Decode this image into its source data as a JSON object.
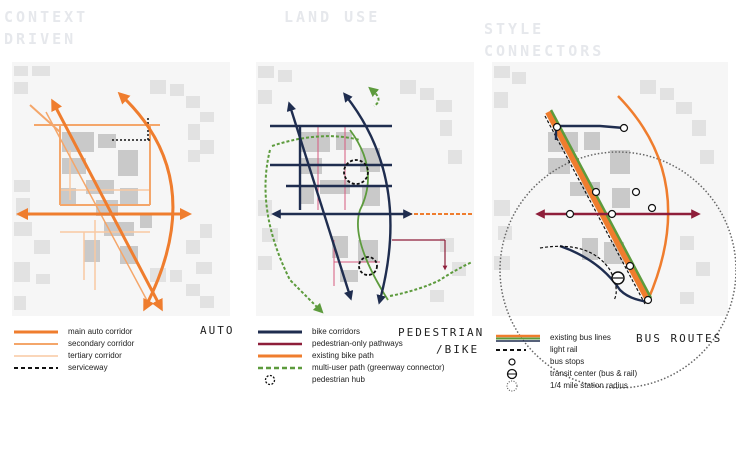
{
  "header": {
    "title_left_1": "CONTEXT",
    "title_left_2": "DRIVEN",
    "title_mid": "LAND USE",
    "title_right_1": "STYLE",
    "title_right_2": "CONNECTORS"
  },
  "panels": {
    "auto": {
      "label": "AUTO"
    },
    "pedestrian": {
      "label_1": "PEDESTRIAN",
      "label_2": "/BIKE"
    },
    "bus": {
      "label": "BUS ROUTES"
    }
  },
  "colors": {
    "orange": "#ef7d2e",
    "orange_light": "#f4a66a",
    "orange_pale": "#f8c9a2",
    "navy": "#1f2d4f",
    "maroon": "#8e1e3a",
    "green": "#5d9b3d",
    "pink": "#d75a7e",
    "building": "#c9c9c9",
    "street": "#ececec"
  },
  "legend_auto": [
    {
      "label": "main auto corridor",
      "style": "orange-thick"
    },
    {
      "label": "secondary corridor",
      "style": "orange-medium"
    },
    {
      "label": "tertiary corridor",
      "style": "orange-thin"
    },
    {
      "label": "serviceway",
      "style": "black-dashed"
    }
  ],
  "legend_ped": [
    {
      "label": "bike corridors",
      "style": "navy"
    },
    {
      "label": "pedestrian-only pathways",
      "style": "maroon"
    },
    {
      "label": "existing bike path",
      "style": "orange"
    },
    {
      "label": "multi-user path (greenway connector)",
      "style": "green-dashed"
    },
    {
      "label": "pedestrian hub",
      "style": "dashed-circle"
    }
  ],
  "legend_bus": [
    {
      "label": "existing bus lines",
      "style": "bus-lines"
    },
    {
      "label": "light rail",
      "style": "black-dashed"
    },
    {
      "label": "bus stops",
      "style": "small-circle"
    },
    {
      "label": "transit center (bus & rail)",
      "style": "transit-circle"
    },
    {
      "label": "1/4 mile station radius",
      "style": "dotted-circle"
    }
  ]
}
